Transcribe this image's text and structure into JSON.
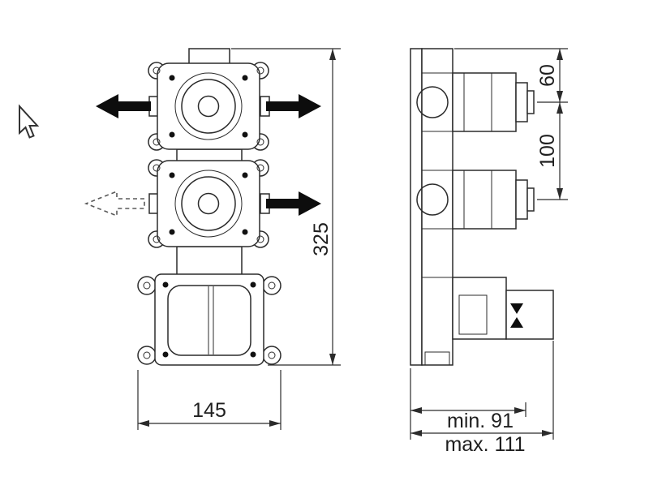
{
  "drawing": {
    "type": "technical-installation-diagram",
    "front_view": {
      "height_label": "325",
      "width_label": "145"
    },
    "side_view": {
      "top_offset_label": "60",
      "valve_spacing_label": "100",
      "depth_min_label": "min. 91",
      "depth_max_label": "max. 111"
    },
    "colors": {
      "line": "#2b2b2b",
      "arrow_fill": "#0d0d0d",
      "background": "#ffffff"
    }
  }
}
